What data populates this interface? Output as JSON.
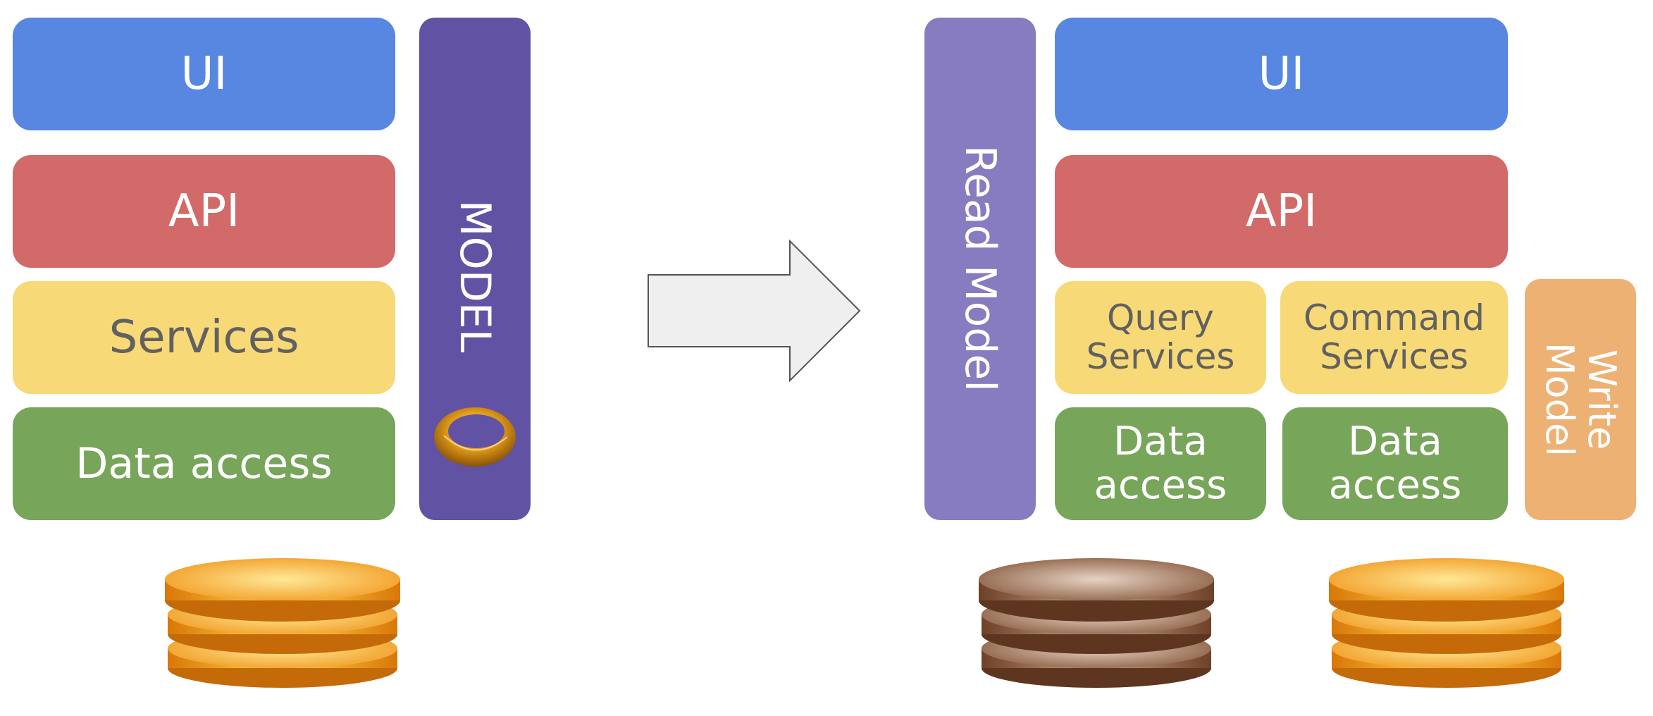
{
  "left": {
    "ui": "UI",
    "api": "API",
    "services": "Services",
    "data_access": "Data access",
    "model": "MODEL"
  },
  "right": {
    "read_model": "Read Model",
    "ui": "UI",
    "api": "API",
    "query_services": "Query\nServices",
    "command_services": "Command\nServices",
    "data_access_query": "Data\naccess",
    "data_access_command": "Data\naccess",
    "write_model": "Write\nModel"
  },
  "colors": {
    "ui": "#5787e1",
    "api": "#d16a68",
    "services": "#f8d977",
    "data_access": "#77a55a",
    "model": "#6152a3",
    "read_model": "#877cbf",
    "write_model": "#edb174",
    "db_gold": "#f0a020",
    "db_bronze": "#9a6a4a"
  }
}
